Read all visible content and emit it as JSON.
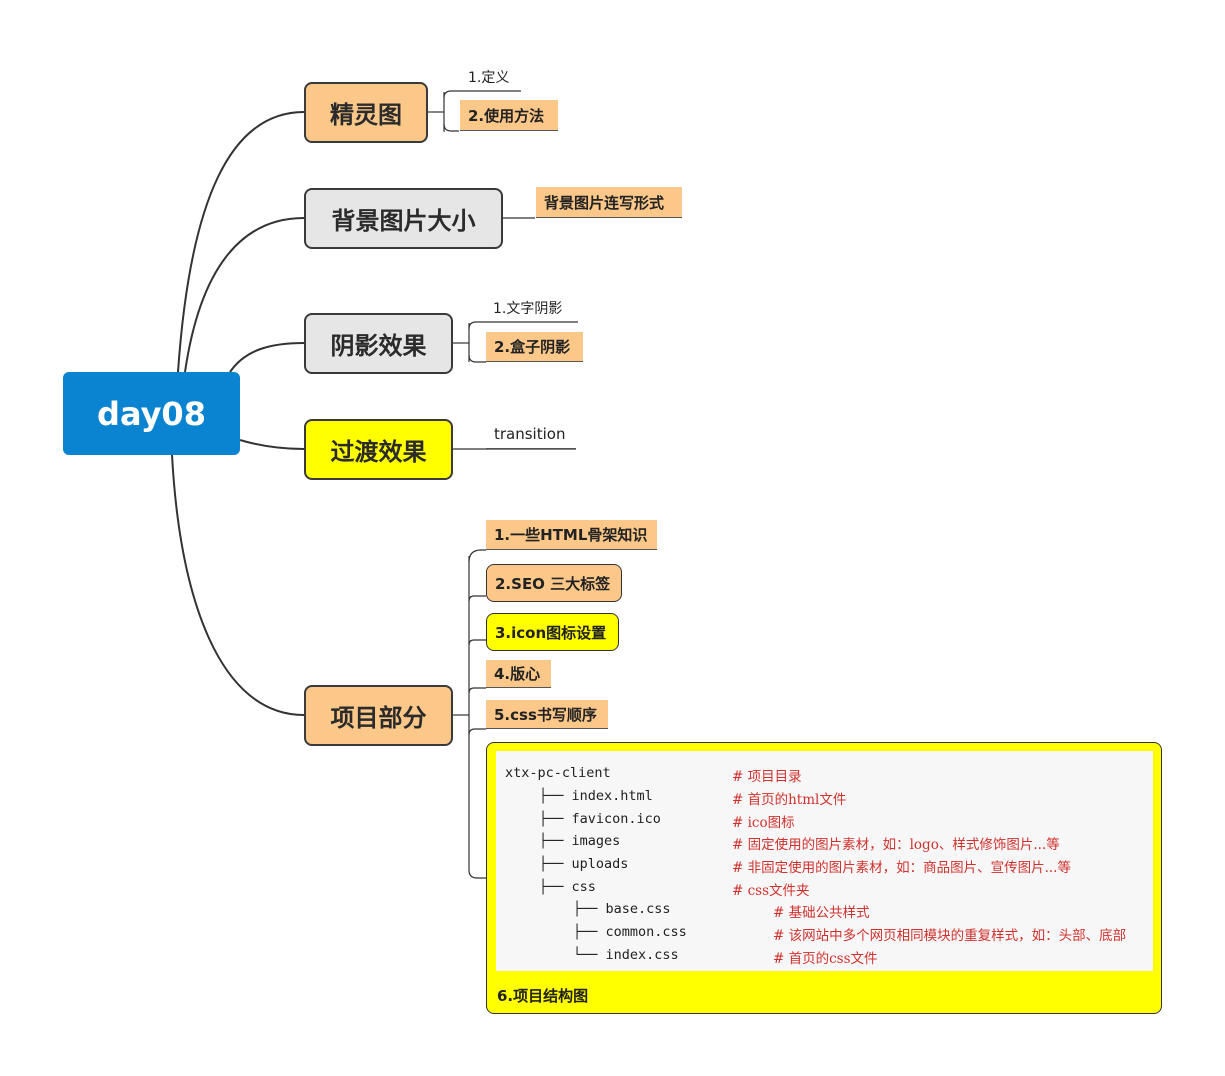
{
  "root": "day08",
  "topics": {
    "sprite": {
      "title": "精灵图",
      "children": [
        "1.定义",
        "2.使用方法"
      ]
    },
    "bgsize": {
      "title": "背景图片大小",
      "children": [
        "背景图片连写形式"
      ]
    },
    "shadow": {
      "title": "阴影效果",
      "children": [
        "1.文字阴影",
        "2.盒子阴影"
      ]
    },
    "transition": {
      "title": "过渡效果",
      "children": [
        "transition"
      ]
    },
    "project": {
      "title": "项目部分",
      "children": [
        "1.一些HTML骨架知识",
        "2.SEO 三大标签",
        "3.icon图标设置",
        "4.版心",
        "5.css书写顺序",
        "6.项目结构图"
      ]
    }
  },
  "code": {
    "lines": [
      {
        "path": "xtx-pc-client",
        "comment": "# 项目目录"
      },
      {
        "path": "├── index.html",
        "comment": "# 首页的html文件"
      },
      {
        "path": "├── favicon.ico",
        "comment": "# ico图标"
      },
      {
        "path": "├── images",
        "comment": "# 固定使用的图片素材，如：logo、样式修饰图片...等"
      },
      {
        "path": "├── uploads",
        "comment": "# 非固定使用的图片素材，如：商品图片、宣传图片...等"
      },
      {
        "path": "├── css",
        "comment": "# css文件夹"
      },
      {
        "path": "├── base.css",
        "comment": "# 基础公共样式"
      },
      {
        "path": "├── common.css",
        "comment": "# 该网站中多个网页相同模块的重复样式，如：头部、底部"
      },
      {
        "path": "└── index.css",
        "comment": "# 首页的css文件"
      }
    ]
  },
  "colors": {
    "root": "#0a84d0",
    "orange": "#fbc88a",
    "grey": "#e6e6e6",
    "yellow": "#ffff00",
    "comment": "#d0312d"
  }
}
